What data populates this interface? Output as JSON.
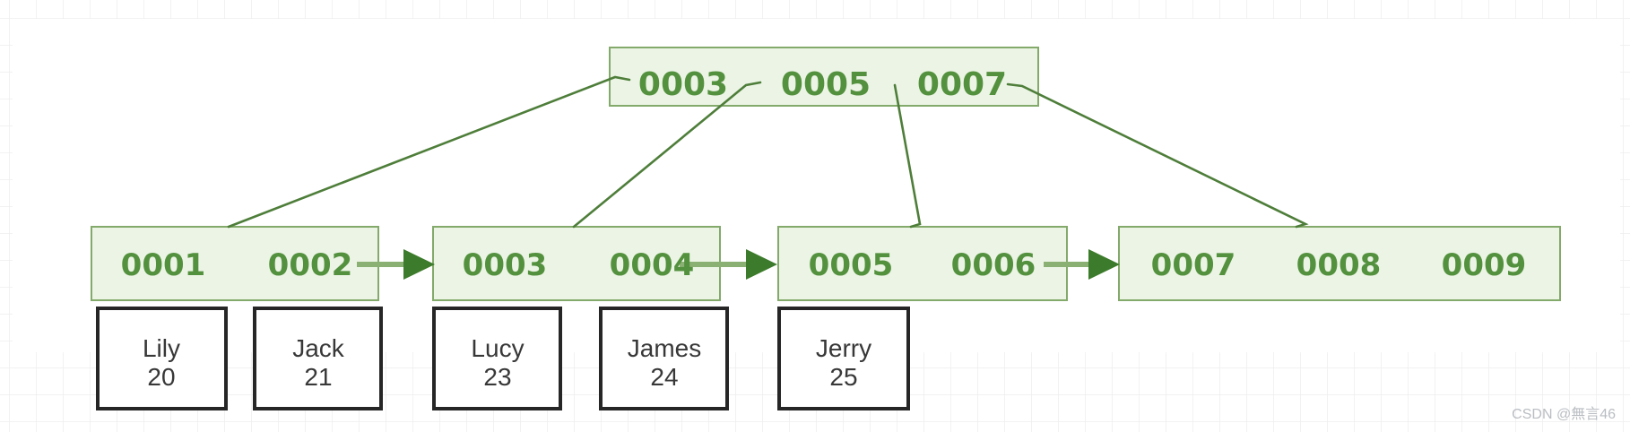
{
  "diagram": {
    "title_hint": "B+ tree index structure with linked leaf nodes and data records",
    "tree": {
      "root": {
        "keys": [
          "0003",
          "0005",
          "0007"
        ]
      },
      "leaves": [
        {
          "keys": [
            "0001",
            "0002"
          ]
        },
        {
          "keys": [
            "0003",
            "0004"
          ]
        },
        {
          "keys": [
            "0005",
            "0006"
          ]
        },
        {
          "keys": [
            "0007",
            "0008",
            "0009"
          ]
        }
      ]
    },
    "records": [
      {
        "name": "Lily",
        "age": "20"
      },
      {
        "name": "Jack",
        "age": "21"
      },
      {
        "name": "Lucy",
        "age": "23"
      },
      {
        "name": "James",
        "age": "24"
      },
      {
        "name": "Jerry",
        "age": "25"
      }
    ],
    "colors": {
      "node_fill": "#ecf5e5",
      "node_border": "#83a96b",
      "key_text": "#54913f",
      "connector": "#4e7e3a",
      "arrow_shaft": "#8bb074",
      "arrow_head": "#3c7b2b",
      "record_border": "#262626",
      "record_text": "#383838",
      "grid_line": "#ededed",
      "watermark_text": "#b9bdc2"
    }
  },
  "watermark": "CSDN @無言46"
}
